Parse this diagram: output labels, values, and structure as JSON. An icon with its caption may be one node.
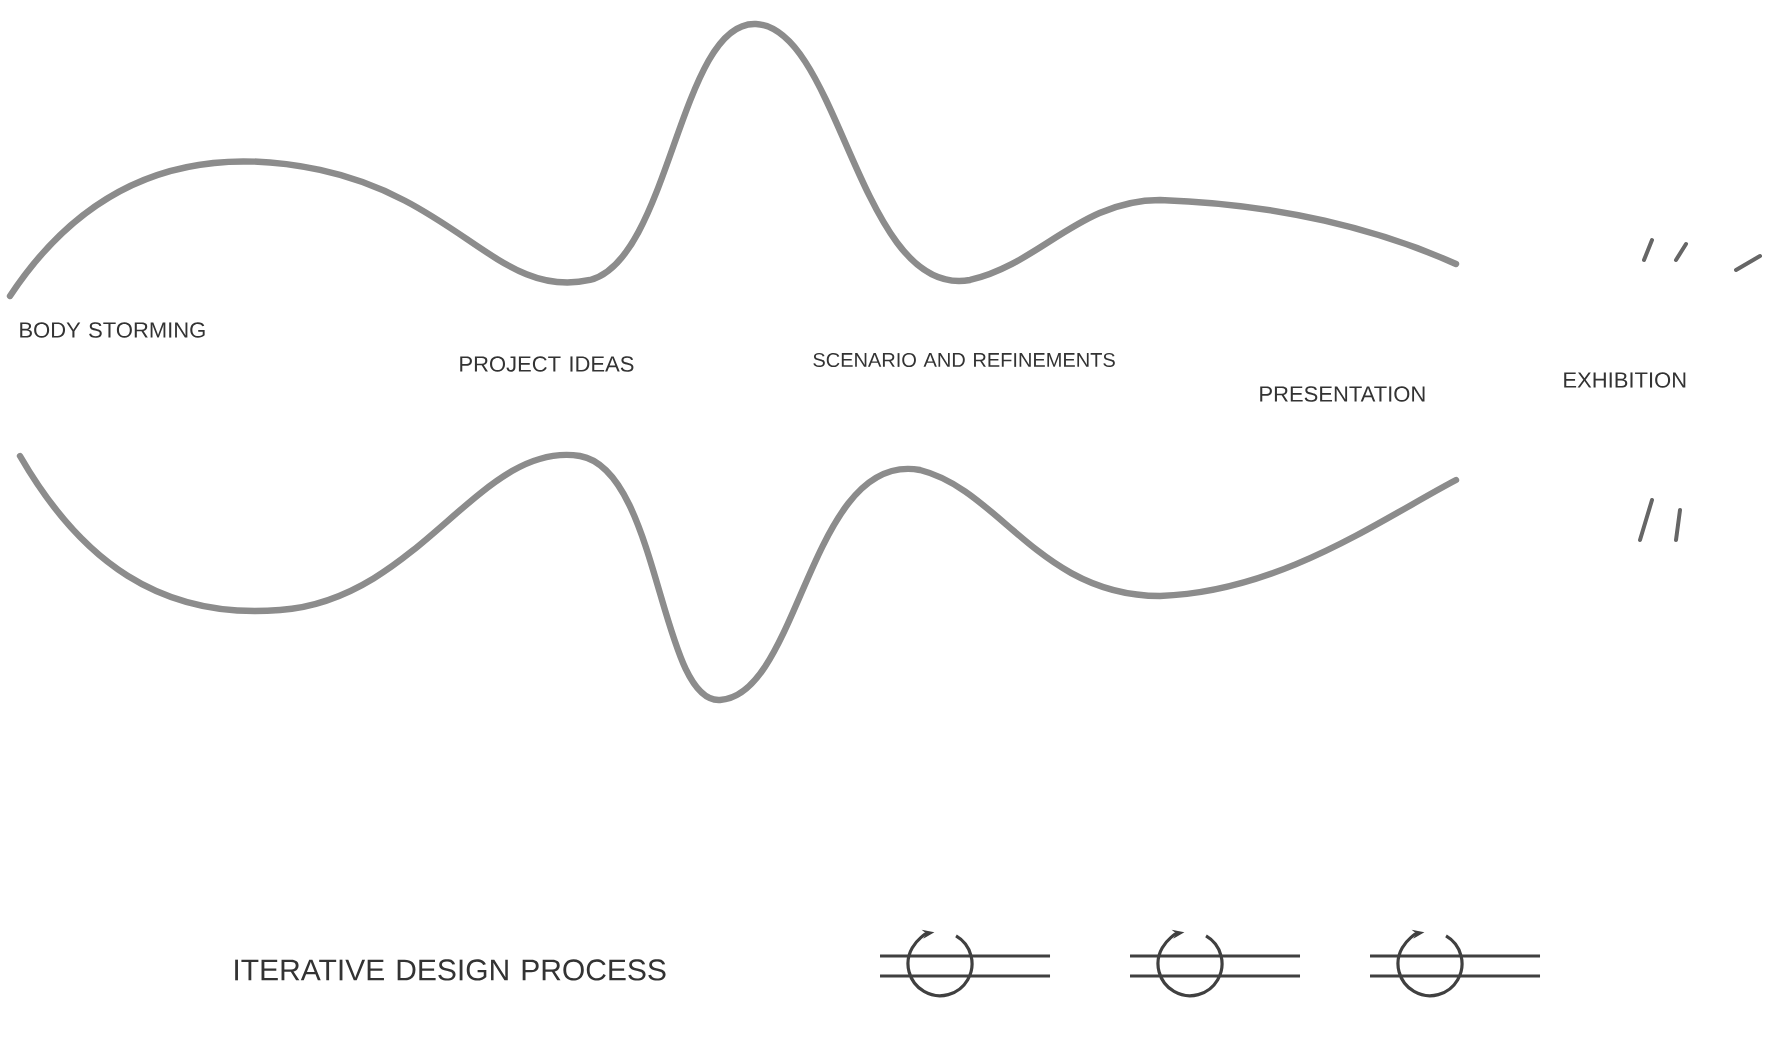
{
  "diagram": {
    "labels": [
      "BODY STORMING",
      "PROJECT IDEAS",
      "SCENARIO AND REFINEMENTS",
      "PRESENTATION",
      "EXHIBITION",
      "ITERATIVE DESIGN PROCESS"
    ]
  }
}
